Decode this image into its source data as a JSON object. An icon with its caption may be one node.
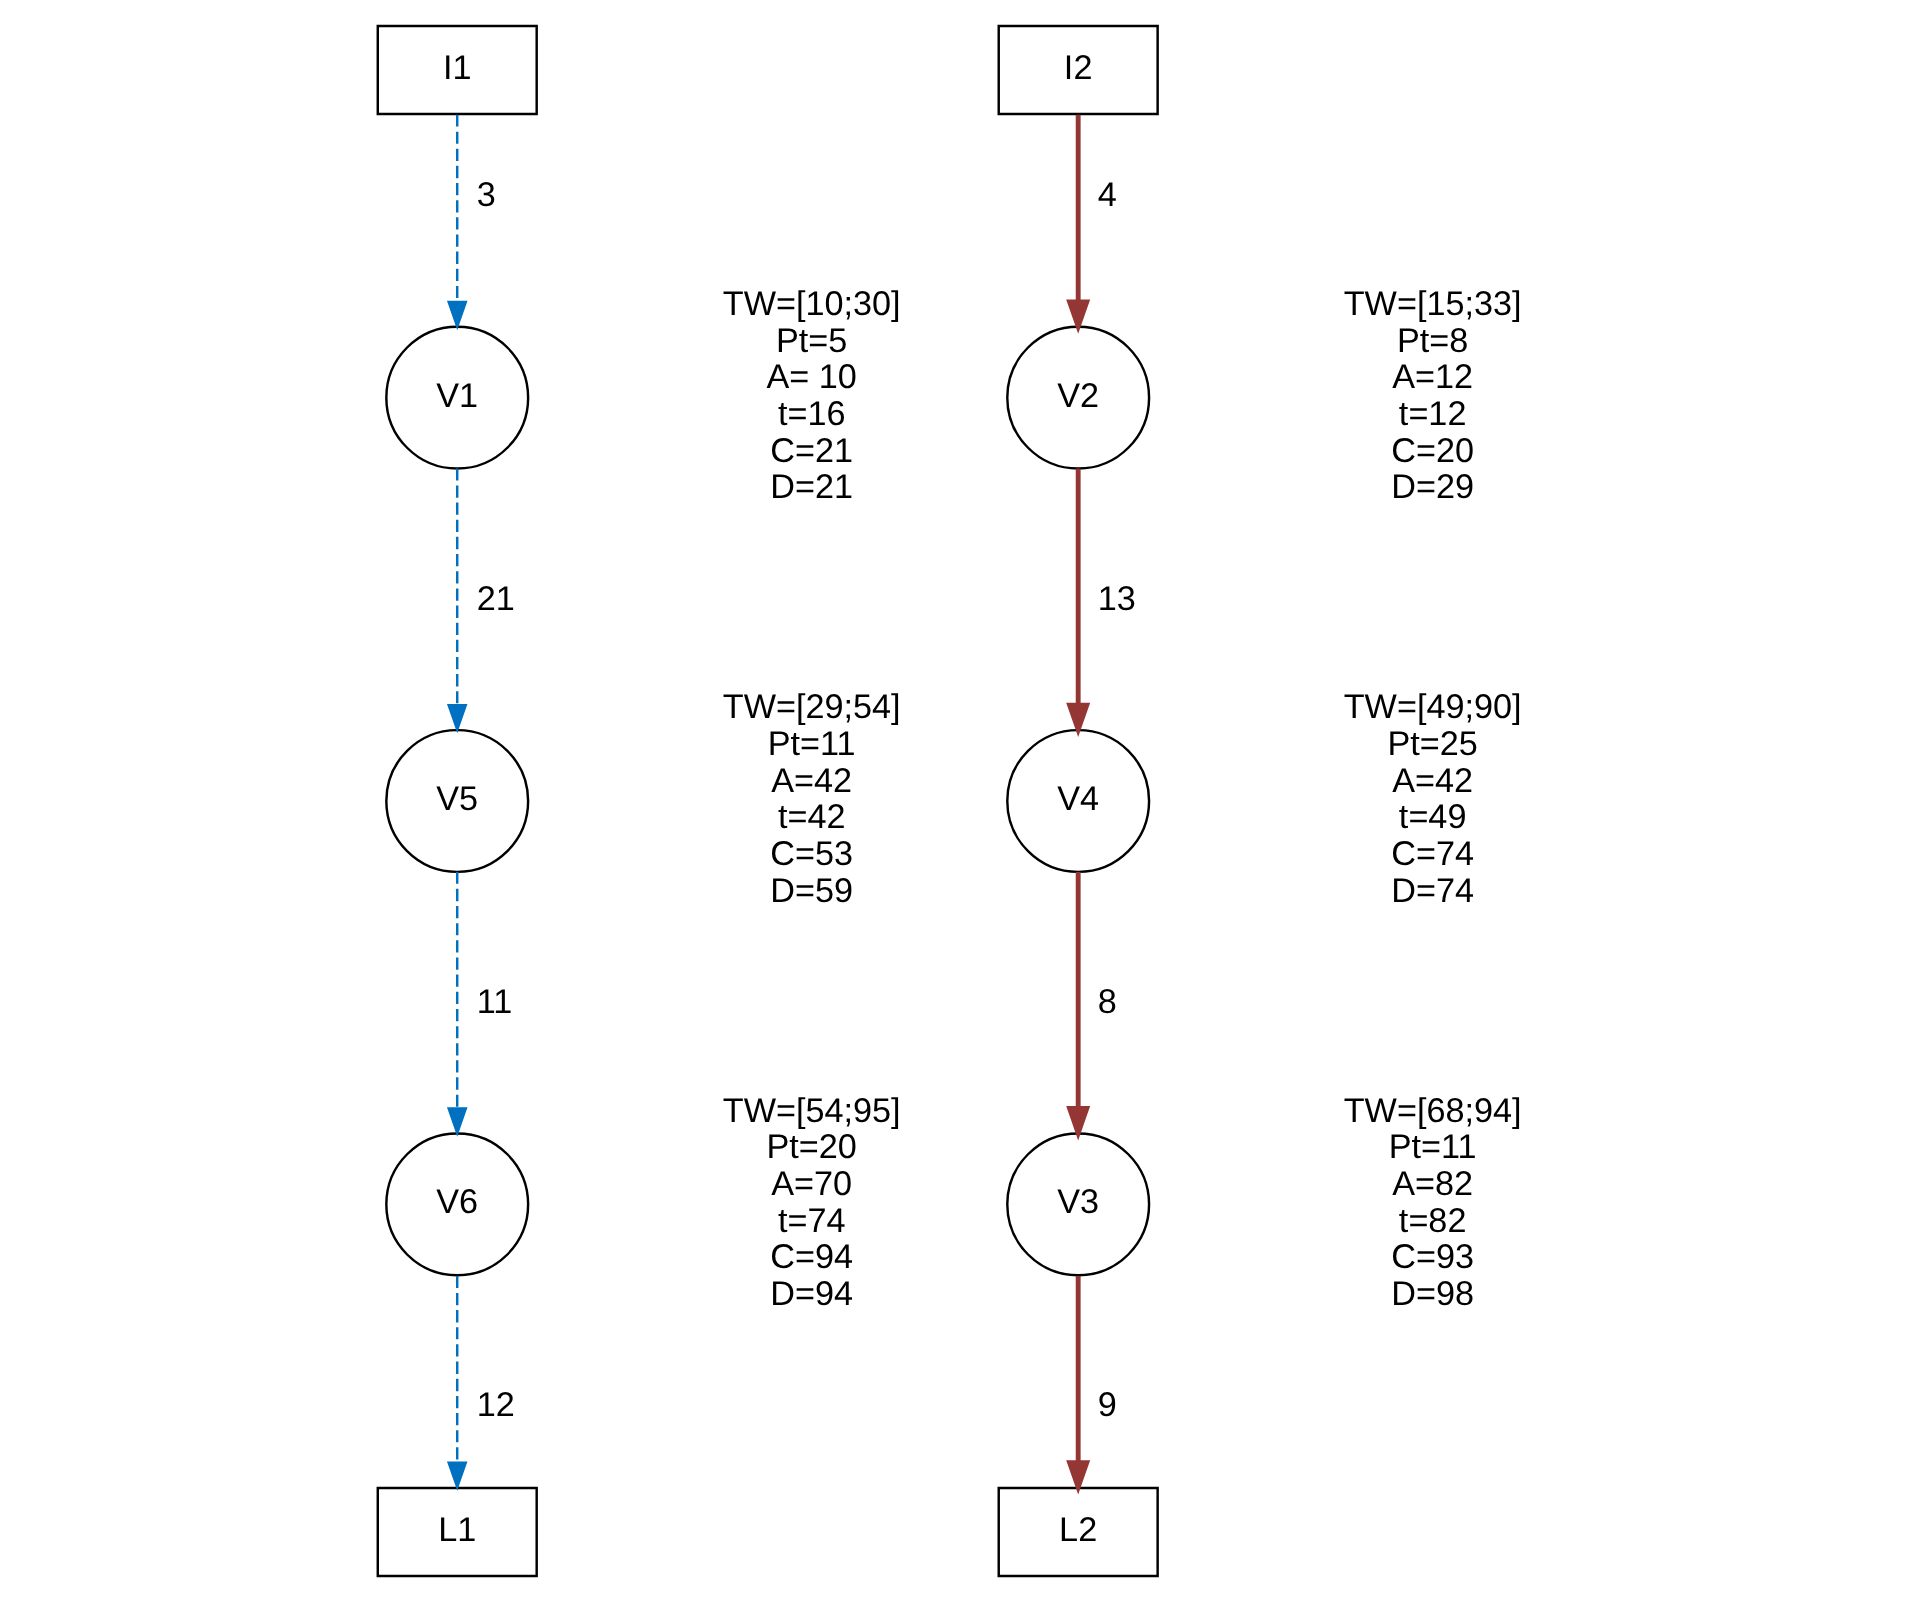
{
  "diagram": {
    "nodes": [
      {
        "text": [
          "I1"
        ]
      },
      {
        "text": [
          "V1"
        ],
        "beside": [
          "TW=[10;30]",
          "Pt=5",
          "A= 10",
          "t=16",
          "C=21",
          "D=21"
        ]
      },
      {
        "text": [
          "I2"
        ]
      },
      {
        "text": [
          "V2"
        ],
        "beside": [
          "TW=[15;33]",
          "Pt=8",
          "A=12",
          "t=12",
          "C=20",
          "D=29"
        ]
      },
      {
        "text": [
          "V4"
        ],
        "beside": [
          "TW=[49;90]",
          "Pt=25",
          "A=42",
          "t=49",
          "C=74",
          "D=74"
        ]
      },
      {
        "text": [
          "L2"
        ]
      },
      {
        "text": [
          "V3"
        ],
        "beside": [
          "TW=[68;94]",
          "Pt=11",
          "A=82",
          "t=82",
          "C=93",
          "D=98"
        ]
      },
      {
        "text": [
          "V5"
        ],
        "beside": [
          "TW=[29;54]",
          "Pt=11",
          "A=42",
          "t=42",
          "C=53",
          "D=59"
        ]
      },
      {
        "text": [
          "V6"
        ],
        "beside": [
          "TW=[54;95]",
          "Pt=20",
          "A=70",
          "t=74",
          "C=94",
          "D=94"
        ]
      },
      {
        "text": [
          "L1"
        ]
      }
    ],
    "edges": [
      {
        "from": 0,
        "to": 1,
        "arrow": "to",
        "label": "3",
        "style": "dashed",
        "color": "#0070c0"
      },
      {
        "from": 1,
        "to": 7,
        "arrow": "to",
        "label": "21",
        "style": "dashed",
        "color": "#0070c0"
      },
      {
        "from": 2,
        "to": 3,
        "arrow": "to",
        "label": "4",
        "color": "#943634"
      },
      {
        "from": 3,
        "to": 4,
        "arrow": "to",
        "label": "13",
        "color": "#943634"
      },
      {
        "from": 4,
        "to": 6,
        "arrow": "to",
        "label": "8",
        "color": "#943634"
      },
      {
        "from": 6,
        "to": 5,
        "arrow": "to",
        "label": "9",
        "color": "#943634"
      },
      {
        "from": 7,
        "to": 8,
        "arrow": "to",
        "label": "11",
        "style": "dashed",
        "color": "#0070c0"
      },
      {
        "from": 8,
        "to": 9,
        "arrow": "to",
        "label": "12",
        "style": "dashed",
        "color": "#0070c0"
      }
    ]
  }
}
